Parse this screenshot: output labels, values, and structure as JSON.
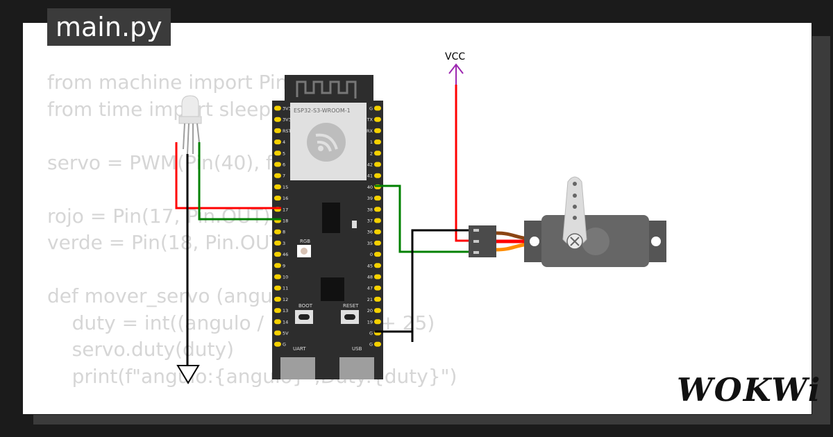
{
  "file_tab": {
    "label": "main.py"
  },
  "code_lines": [
    "from machine import Pin, PWM",
    "from time import sleep",
    "",
    "servo = PWM(Pin(40), freq=50)",
    "",
    "rojo = Pin(17, Pin.OUT)",
    "verde = Pin(18, Pin.OUT)",
    "",
    "def mover_servo (angulo):",
    "    duty = int((angulo / 180) * 100 + 25)",
    "    servo.duty(duty)",
    "    print(f\"angulo:{angulo}°,Duty:{duty}\")"
  ],
  "board": {
    "module_label": "ESP32-S3-WROOM-1",
    "left_pins": [
      "3V3",
      "3V3",
      "RST",
      "4",
      "5",
      "6",
      "7",
      "15",
      "16",
      "17",
      "18",
      "8",
      "3",
      "46",
      "9",
      "10",
      "11",
      "12",
      "13",
      "14",
      "5V",
      "G"
    ],
    "right_pins": [
      "G",
      "TX",
      "RX",
      "1",
      "2",
      "42",
      "41",
      "40",
      "39",
      "38",
      "37",
      "36",
      "35",
      "0",
      "45",
      "48",
      "47",
      "21",
      "20",
      "19",
      "G",
      "G"
    ],
    "rgb_label": "RGB",
    "boot_label": "BOOT",
    "reset_label": "RESET",
    "uart_label": "UART",
    "usb_label": "USB"
  },
  "vcc_label": "VCC",
  "logo_text": "WOKWi",
  "colors": {
    "wire_red": "#ff0000",
    "wire_green": "#008000",
    "wire_black": "#000000",
    "wire_purple": "#9c27b0",
    "pin_yellow": "#f5d100",
    "board_dark": "#2d2d2d"
  }
}
